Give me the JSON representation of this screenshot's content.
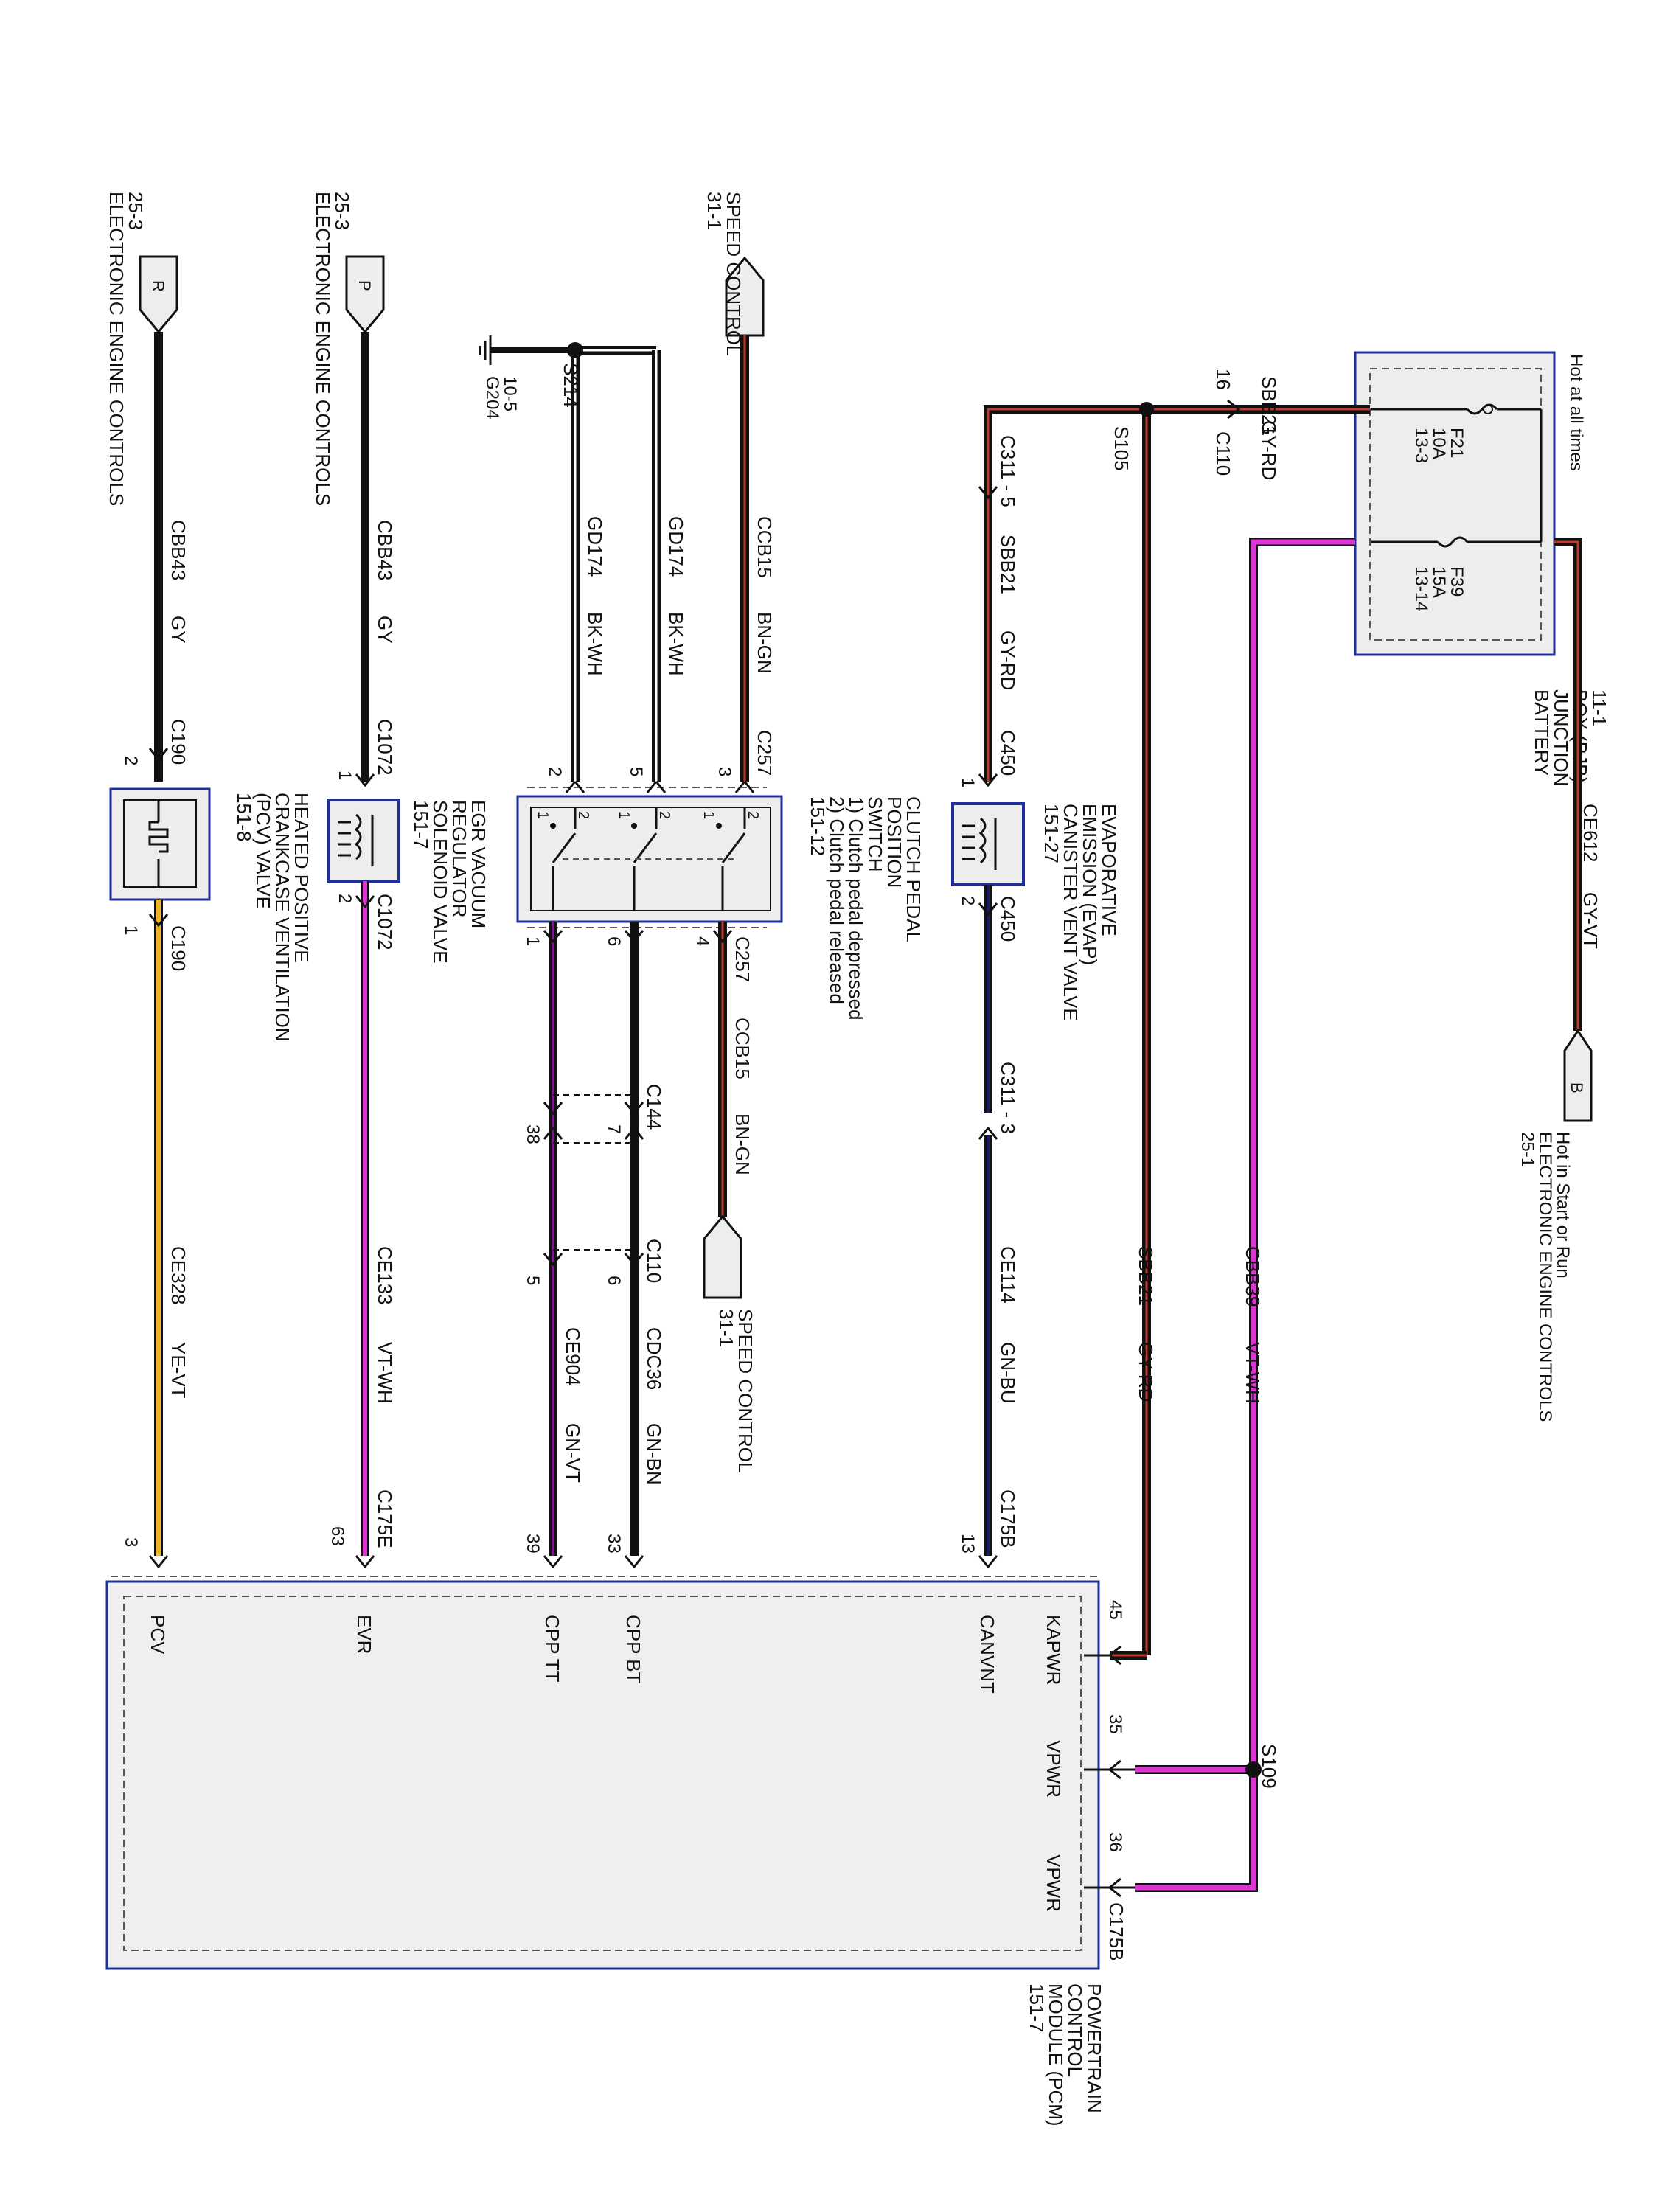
{
  "colors": {
    "black": "#111111",
    "red": "#c0392b",
    "magenta": "#e033d6",
    "yellow": "#f0b323",
    "navy": "#1a1a5e",
    "module_border": "#1f2f9a",
    "module_fill": "#efefef",
    "dash": "#555555"
  },
  "bjb": {
    "status": "Hot at all times",
    "name": [
      "BATTERY",
      "JUNCTION",
      "BOX (BJB)",
      "11-1"
    ],
    "fuse1": [
      "F21",
      "10A",
      "13-3"
    ],
    "fuse2": [
      "F39",
      "15A",
      "13-14"
    ]
  },
  "cbb39": {
    "circuit": "CBB39",
    "color": "VT-WH"
  },
  "ce612": {
    "circuit": "CE612",
    "color": "GY-VT"
  },
  "conn_b": {
    "letter": "B",
    "label": [
      "Hot in Start or Run",
      "ELECTRONIC ENGINE CONTROLS",
      "25-1"
    ]
  },
  "sbb21_top": {
    "circuit": "SBB21",
    "color": "GY-RD",
    "pin": "16",
    "conn": "C110"
  },
  "s105": "S105",
  "sbb21_down": {
    "circuit": "SBB21",
    "color": "GY-RD"
  },
  "c311_5": "C311 - 5",
  "c311_3": "C311 - 3",
  "evap_wire1": {
    "circuit": "SBB21",
    "color": "GY-RD"
  },
  "evap": {
    "conn": "C450",
    "pin_in": "1",
    "pin_out": "2",
    "name": [
      "EVAPORATIVE",
      "EMISSION (EVAP)",
      "CANISTER VENT VALVE",
      "151-27"
    ]
  },
  "evap_wire2": {
    "circuit": "CE114",
    "color": "GN-BU",
    "conn": "C175B",
    "pin": "13"
  },
  "speed_in": {
    "ref": "31-1",
    "name": "SPEED CONTROL"
  },
  "speed_out": {
    "ref": "31-1",
    "name": "SPEED CONTROL"
  },
  "ccb15_in": {
    "circuit": "CCB15",
    "color": "BN-GN",
    "conn": "C257",
    "pin": "3"
  },
  "ccb15_out": {
    "circuit": "CCB15",
    "color": "BN-GN",
    "conn": "C257",
    "pin": "4"
  },
  "gd174_a": {
    "circuit": "GD174",
    "color": "BK-WH",
    "pin": "5"
  },
  "gd174_b": {
    "circuit": "GD174",
    "color": "BK-WH",
    "pin": "2"
  },
  "s214": "S214",
  "g204": {
    "name": "G204",
    "ref": "10-5"
  },
  "cpp": {
    "name": [
      "CLUTCH PEDAL",
      "POSITION",
      "SWITCH",
      "151-12"
    ],
    "notes": [
      "1) Clutch pedal depressed",
      "2) Clutch pedal released"
    ],
    "pin_out_bt": "6",
    "pin_out_tt": "1",
    "switch_nums": [
      "1",
      "2"
    ]
  },
  "c144": {
    "conn": "C144",
    "pin_bt": "7",
    "pin_tt": "38"
  },
  "c110_mid": {
    "conn": "C110",
    "pin_bt": "6",
    "pin_tt": "5"
  },
  "cdc36": {
    "circuit": "CDC36",
    "color": "GN-BN",
    "pin": "33"
  },
  "ce904": {
    "circuit": "CE904",
    "color": "GN-VT",
    "pin": "39"
  },
  "egr_in": {
    "ref": "25-3",
    "name": "ELECTRONIC ENGINE CONTROLS",
    "letter": "P"
  },
  "egr_wire": {
    "circuit": "CBB43",
    "color": "GY",
    "conn": "C1072",
    "pin": "1"
  },
  "egr": {
    "conn": "C1072",
    "pin_out": "2",
    "name": [
      "EGR VACUUM",
      "REGULATOR",
      "SOLENOID VALVE",
      "151-7"
    ]
  },
  "ce133": {
    "circuit": "CE133",
    "color": "VT-WH",
    "conn": "C175E",
    "pin": "63"
  },
  "pcv_in": {
    "ref": "25-3",
    "name": "ELECTRONIC ENGINE CONTROLS",
    "letter": "R"
  },
  "pcv_wire": {
    "circuit": "CBB43",
    "color": "GY",
    "conn": "C190",
    "pin": "2"
  },
  "pcv": {
    "conn": "C190",
    "pin_out": "1",
    "name": [
      "HEATED POSITIVE",
      "CRANKCASE VENTILATION",
      "(PCV) VALVE",
      "151-8"
    ]
  },
  "ce328": {
    "circuit": "CE328",
    "color": "YE-VT",
    "pin": "3"
  },
  "pcm": {
    "name": [
      "POWERTRAIN",
      "CONTROL",
      "MODULE (PCM)",
      "151-7"
    ],
    "conn": "C175B",
    "pins": [
      {
        "num": "45",
        "label": "KAPWR"
      },
      {
        "num": "35",
        "label": "VPWR"
      },
      {
        "num": "36",
        "label": "VPWR"
      }
    ],
    "inputs": {
      "canvnt": "CANVNT",
      "cppbt": "CPP BT",
      "cpptt": "CPP TT",
      "evr": "EVR",
      "pcv": "PCV"
    }
  },
  "s109": "S109"
}
